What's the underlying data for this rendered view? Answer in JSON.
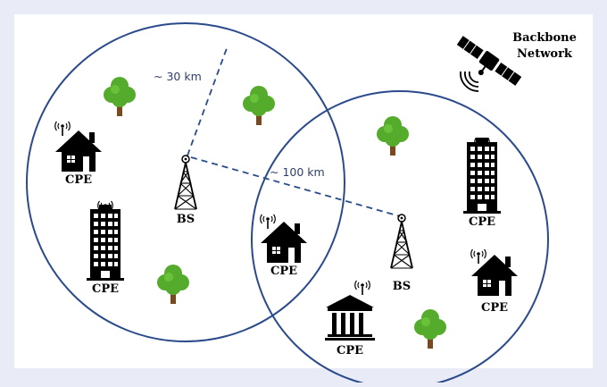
{
  "colors": {
    "background": "#e9ebf7",
    "canvas": "#ffffff",
    "cell_stroke": "#2a4a8c",
    "link_stroke": "#2a4a8c",
    "tree_foliage": "#55ab2b",
    "tree_trunk": "#7a4a1e",
    "icon": "#000000"
  },
  "labels": {
    "backbone_line1": "Backbone",
    "backbone_line2": "Network",
    "bs": "BS",
    "cpe": "CPE",
    "radius_30": "~ 30 km",
    "distance_100": "~ 100 km"
  },
  "icons": {
    "satellite": "satellite-icon",
    "tower": "cell-tower-icon",
    "house": "house-icon",
    "office": "office-building-icon",
    "bank": "bank-building-icon",
    "tree": "tree-icon",
    "antenna": "antenna-signal-icon"
  }
}
